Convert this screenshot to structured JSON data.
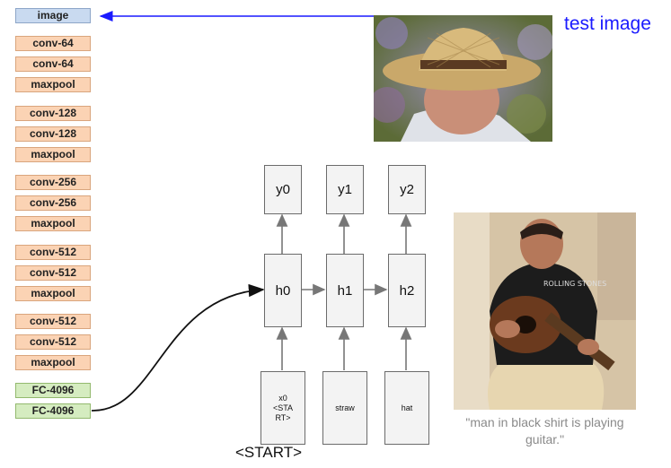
{
  "layers": [
    {
      "label": "image",
      "kind": "input"
    },
    {
      "label": "conv-64",
      "kind": "conv"
    },
    {
      "label": "conv-64",
      "kind": "conv"
    },
    {
      "label": "maxpool",
      "kind": "conv"
    },
    {
      "label": "conv-128",
      "kind": "conv"
    },
    {
      "label": "conv-128",
      "kind": "conv"
    },
    {
      "label": "maxpool",
      "kind": "conv"
    },
    {
      "label": "conv-256",
      "kind": "conv"
    },
    {
      "label": "conv-256",
      "kind": "conv"
    },
    {
      "label": "maxpool",
      "kind": "conv"
    },
    {
      "label": "conv-512",
      "kind": "conv"
    },
    {
      "label": "conv-512",
      "kind": "conv"
    },
    {
      "label": "maxpool",
      "kind": "conv"
    },
    {
      "label": "conv-512",
      "kind": "conv"
    },
    {
      "label": "conv-512",
      "kind": "conv"
    },
    {
      "label": "maxpool",
      "kind": "conv"
    },
    {
      "label": "FC-4096",
      "kind": "fc"
    },
    {
      "label": "FC-4096",
      "kind": "fc"
    }
  ],
  "test_image_label": "test image",
  "rnn": {
    "outputs": [
      "y0",
      "y1",
      "y2"
    ],
    "hidden": [
      "h0",
      "h1",
      "h2"
    ],
    "inputs": [
      "x0\n<STA\nRT>",
      "straw",
      "hat"
    ],
    "start_label": "<START>"
  },
  "caption": "\"man in black shirt is playing guitar.\"",
  "colors": {
    "arrow_blue": "#1a1aff",
    "conv_fill": "#fbd3b4",
    "input_fill": "#c9daf0",
    "fc_fill": "#d5ecc0",
    "node_fill": "#f3f3f3",
    "caption_gray": "#8a8a8a"
  }
}
